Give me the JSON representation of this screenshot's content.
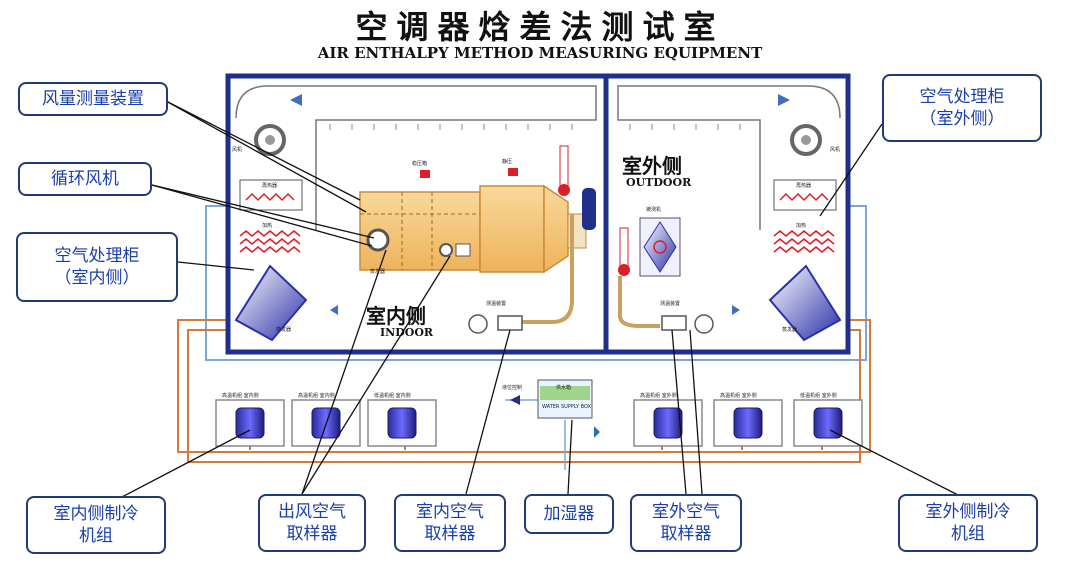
{
  "title": {
    "main": "空调器焓差法测试室",
    "subtitle": "AIR ENTHALPY METHOD MEASURING EQUIPMENT"
  },
  "zones": {
    "indoor": {
      "cn": "室内侧",
      "en": "INDOOR"
    },
    "outdoor": {
      "cn": "室外侧",
      "en": "OUTDOOR"
    }
  },
  "callouts": {
    "airflow_device": "风量测量装置",
    "circulation_fan": "循环风机",
    "ahu_indoor": "空气处理柜\n（室内侧）",
    "ahu_outdoor": "空气处理柜\n（室外侧）",
    "indoor_refrig": "室内侧制冷\n机组",
    "outlet_sampler": "出风空气\n取样器",
    "indoor_sampler": "室内空气\n取样器",
    "humidifier": "加湿器",
    "outdoor_sampler": "室外空气\n取样器",
    "outdoor_refrig": "室外侧制冷\n机组"
  },
  "small_labels": {
    "fan_left": "风机",
    "fan_right": "风机",
    "reheater_left": "再热器",
    "reheater_right": "再热器",
    "heating_left": "加热",
    "heating_right": "加热",
    "evap_left": "蒸发器",
    "evap_right": "蒸发器",
    "static_box": "稳压箱",
    "static_pressure": "静压",
    "evap_unit": "蒸发器",
    "tester_unit": "被测机",
    "indoor_sampler_tag": "测温装置",
    "outdoor_sampler_tag": "测温装置",
    "water_supply": "供水箱",
    "water_supply_en": "WATER SUPPLY BOX",
    "level_ctrl": "液位控制",
    "unit1": "高温机组 室内侧",
    "unit2": "高温机组 室内侧",
    "unit3": "低温机组 室内侧",
    "unit4": "高温机组 室外侧",
    "unit5": "高温机组 室外侧",
    "unit6": "低温机组 室外侧"
  },
  "colors": {
    "frame": "#1f2f8a",
    "callout_border": "#1f3c77",
    "callout_text": "#1a3eaa",
    "duct_fill": "#f5c57a",
    "pipe_orange": "#d47a3a",
    "coil_red": "#d9202a",
    "coil_blue": "#2b35a8"
  }
}
